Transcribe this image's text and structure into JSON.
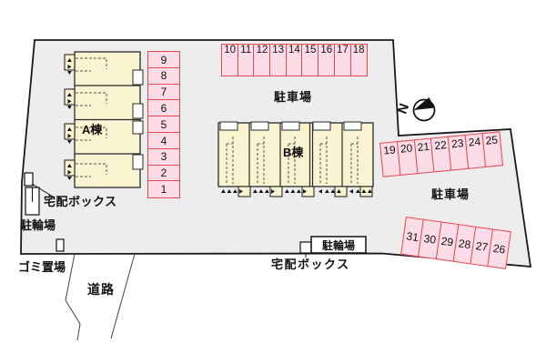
{
  "labels": {
    "building_a": "A棟",
    "building_b": "B棟",
    "parking_lot_top": "駐車場",
    "parking_lot_right": "駐車場",
    "bicycle_left": "駐輪場",
    "bicycle_bottom": "駐輪場",
    "delivery_box_left": "宅配ボックス",
    "delivery_box_bottom": "宅配ボックス",
    "garbage_area": "ゴミ置場",
    "road": "道路",
    "compass_north": "N"
  },
  "parking": {
    "left_column": [
      "9",
      "8",
      "7",
      "6",
      "5",
      "4",
      "3",
      "2",
      "1"
    ],
    "top_row": [
      "10",
      "11",
      "12",
      "13",
      "14",
      "15",
      "16",
      "17",
      "18"
    ],
    "right_upper_row": [
      "19",
      "20",
      "21",
      "22",
      "23",
      "24",
      "25"
    ],
    "right_lower_row": [
      "31",
      "30",
      "29",
      "28",
      "27",
      "26"
    ]
  },
  "colors": {
    "site_fill": "#ededed",
    "building_fill": "#faf3cf",
    "stall_fill": "#fcdce6",
    "stall_border": "#e8474f",
    "outline": "#1a1a1a"
  }
}
